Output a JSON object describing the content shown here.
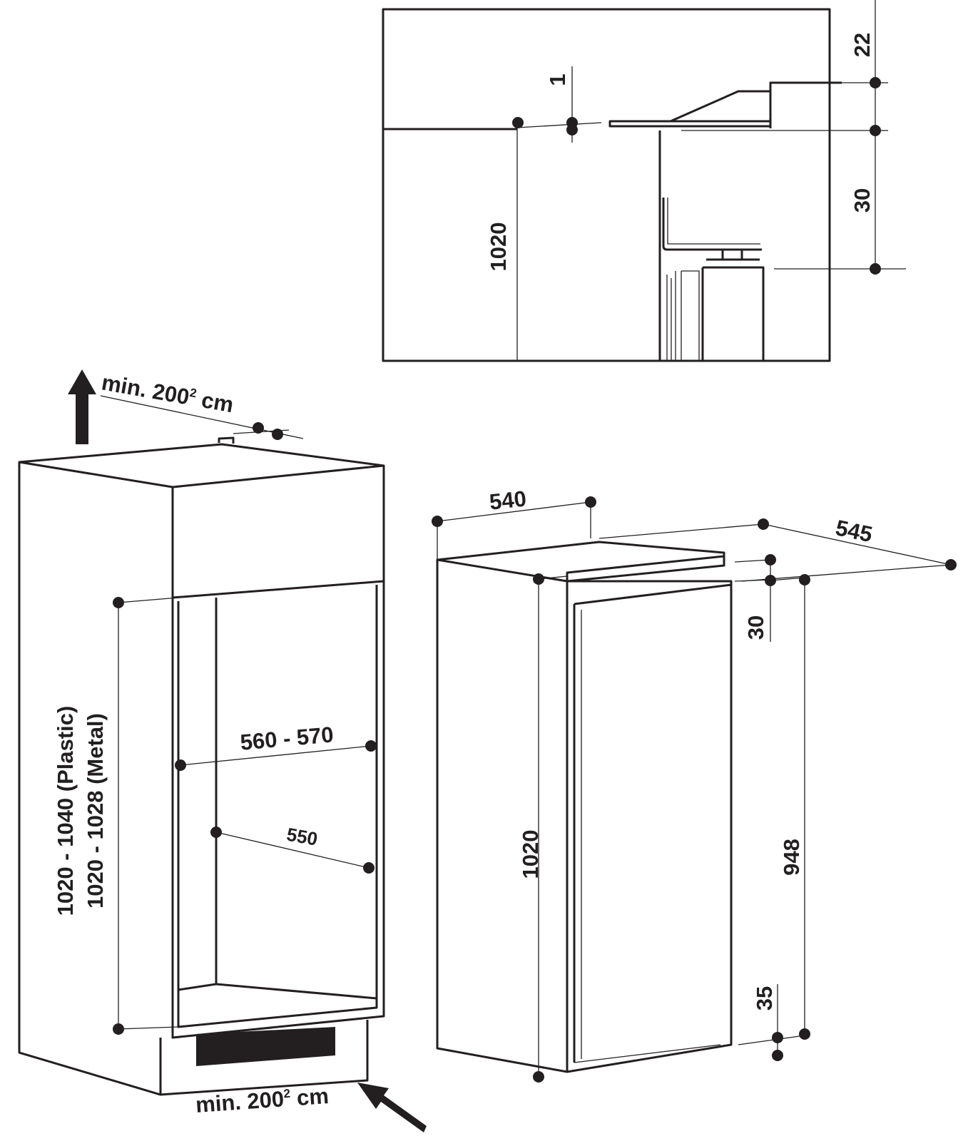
{
  "detail": {
    "dim_22": "22",
    "dim_1": "1",
    "dim_1020": "1020",
    "dim_30": "30"
  },
  "niche": {
    "vent_top_prefix": "min. 200",
    "vent_top_sup": "2",
    "vent_top_suffix": " cm",
    "height_plastic": "1020 - 1040 (Plastic)",
    "height_metal": "1020 - 1028 (Metal)",
    "width_range": "560 - 570",
    "depth": "550",
    "vent_bottom_prefix": "min. 200",
    "vent_bottom_sup": "2",
    "vent_bottom_suffix": " cm"
  },
  "appliance": {
    "width": "540",
    "depth": "545",
    "height": "1020",
    "door_height": "948",
    "top_gap": "30",
    "bottom_gap": "35"
  }
}
